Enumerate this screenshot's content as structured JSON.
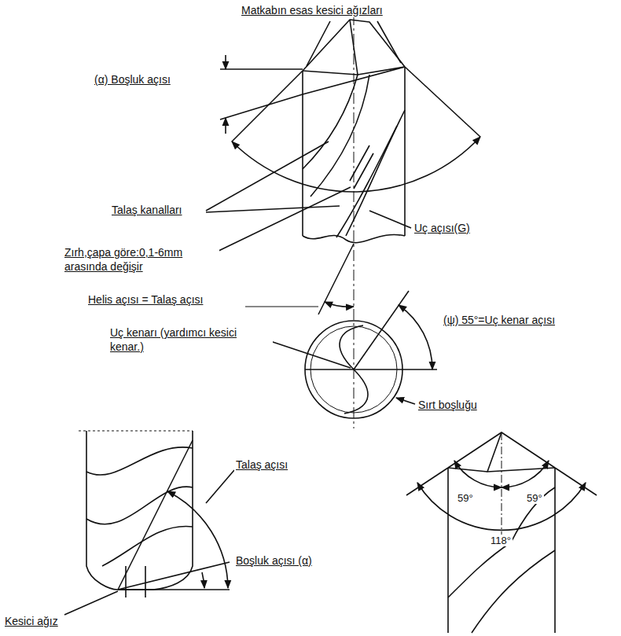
{
  "diagram": {
    "labels": [
      "Matkabın esas kesici ağızları",
      "(α) Boşluk açısı",
      "Talaş kanalları",
      "Uç açısı(G)",
      "Zırh,çapa göre:0,1-6mm arasında değişir",
      "Helis açısı = Talaş açısı",
      "(ψ) 55°=Uç kenar açısı",
      "Uç kenarı (yardımcı kesici kenar.)",
      "Sırt boşluğu",
      "Talaş açısı",
      "Boşluk açısı (α)",
      "Kesici ağız",
      "59°",
      "59°",
      "118°"
    ]
  }
}
